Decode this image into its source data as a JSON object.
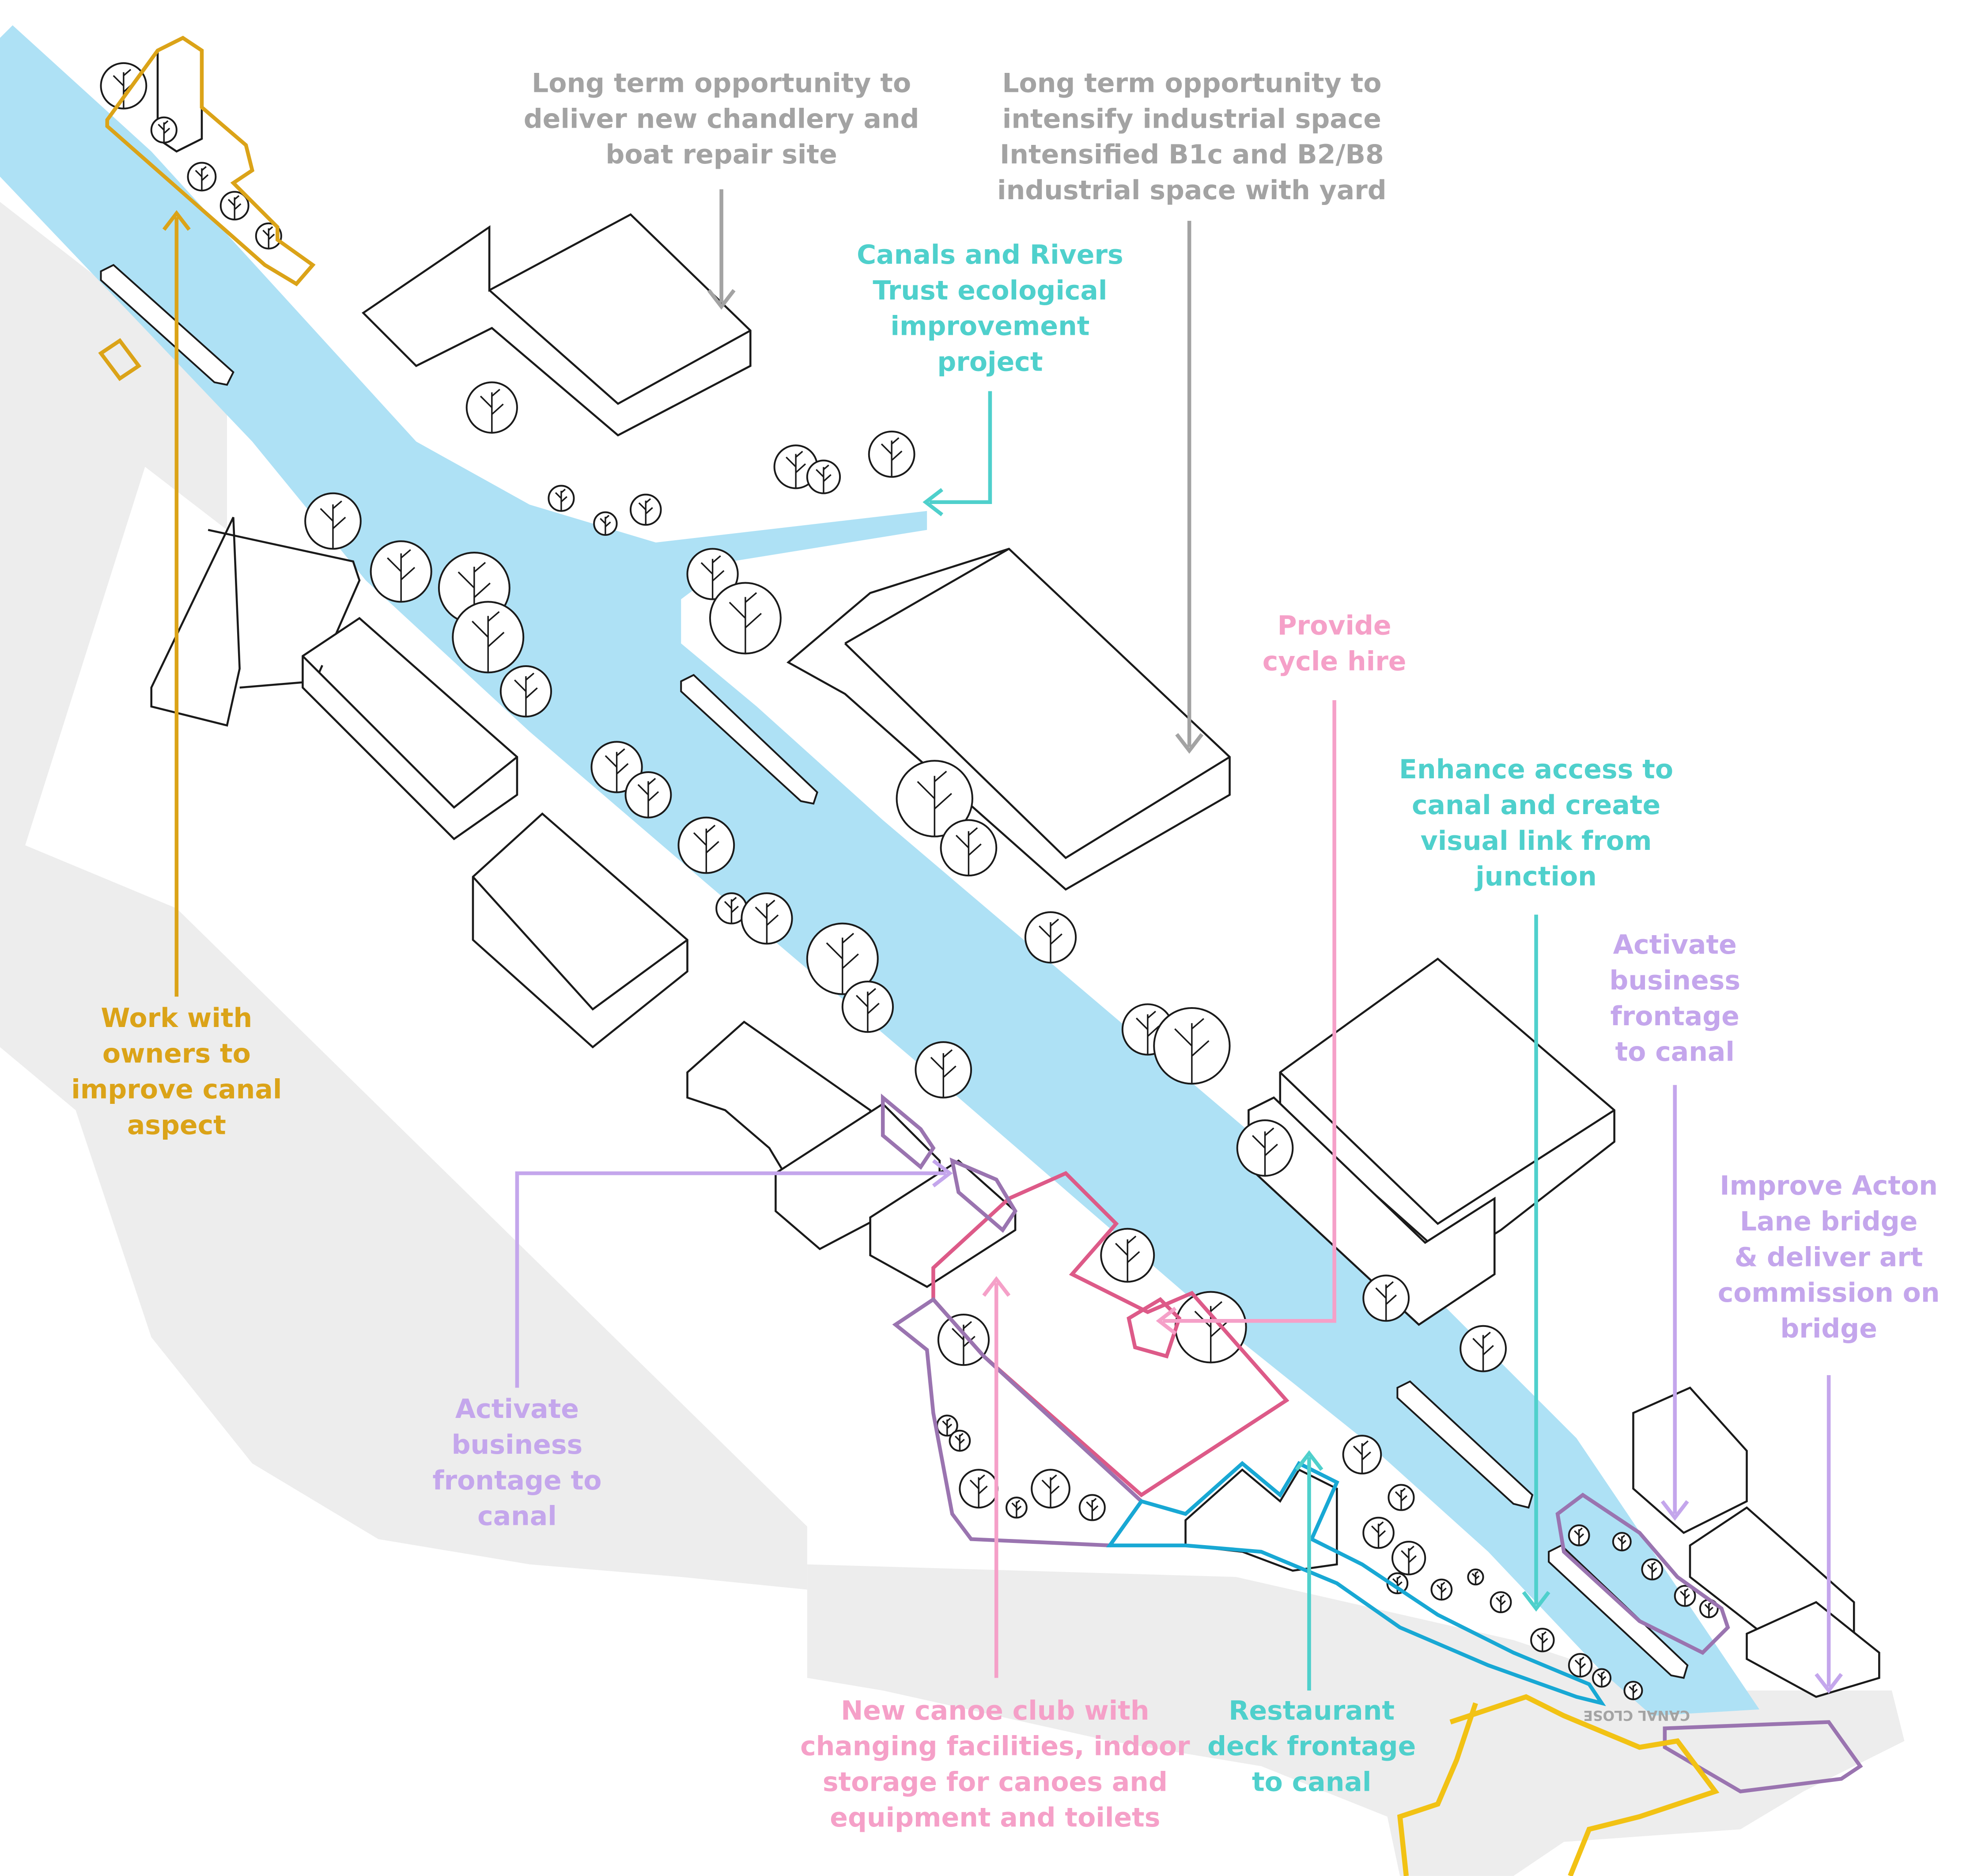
{
  "colors": {
    "canal": "#aee1f5",
    "road": "#ededed",
    "outline": "#1a1a1a",
    "grey": "#a3a3a3",
    "gold": "#dba318",
    "teal": "#4fd0cc",
    "pink": "#f5a0c8",
    "purple": "#c4a6ec",
    "magenta": "#dd5a88",
    "blue": "#18a8d4",
    "violet": "#9a74b0",
    "yellow": "#f2c214"
  },
  "annotations": {
    "chandlery": [
      "Long term opportunity to",
      "deliver new chandlery and",
      "boat repair site"
    ],
    "industrial": [
      "Long term opportunity to",
      "intensify industrial space",
      "Intensified B1c and B2/B8",
      "industrial space with yard"
    ],
    "ecological": [
      "Canals and Rivers",
      "Trust ecological",
      "improvement",
      "project"
    ],
    "cycle": [
      "Provide",
      "cycle hire"
    ],
    "access": [
      "Enhance access to",
      "canal and create",
      "visual link from",
      "junction"
    ],
    "frontage_right": [
      "Activate",
      "business",
      "frontage",
      "to canal"
    ],
    "bridge": [
      "Improve Acton",
      "Lane bridge",
      "& deliver art",
      "commission on",
      "bridge"
    ],
    "owners": [
      "Work with",
      "owners to",
      "improve canal",
      "aspect"
    ],
    "frontage_left": [
      "Activate",
      "business",
      "frontage to",
      "canal"
    ],
    "canoe": [
      "New canoe club with",
      "changing facilities, indoor",
      "storage for canoes and",
      "equipment and toilets"
    ],
    "restaurant": [
      "Restaurant",
      "deck frontage",
      "to canal"
    ]
  },
  "map_labels": {
    "road_name": "CANAL CLOSE"
  }
}
